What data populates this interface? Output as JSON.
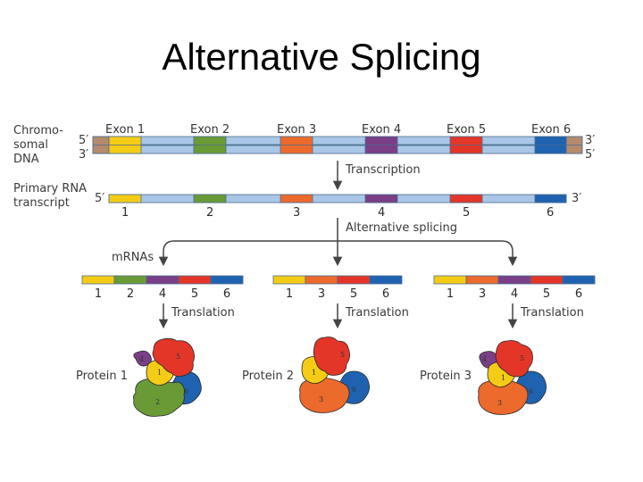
{
  "title": "Alternative Splicing",
  "colors": {
    "1": "#f4cc16",
    "2": "#6a9a35",
    "3": "#ec6a2c",
    "4": "#7a3f86",
    "5": "#e33628",
    "6": "#1f62b0",
    "intron": "#a9c6e6",
    "end": "#b58a6d",
    "strand": "#4a6d8f"
  },
  "dna": {
    "label_lines": [
      "Chromo-",
      "somal",
      "DNA"
    ],
    "end_top_left": "5′",
    "end_bottom_left": "3′",
    "end_top_right": "3′",
    "end_bottom_right": "5′",
    "exons": [
      {
        "id": "1",
        "label": "Exon 1"
      },
      {
        "id": "2",
        "label": "Exon 2"
      },
      {
        "id": "3",
        "label": "Exon 3"
      },
      {
        "id": "4",
        "label": "Exon 4"
      },
      {
        "id": "5",
        "label": "Exon 5"
      },
      {
        "id": "6",
        "label": "Exon 6"
      }
    ]
  },
  "transcription_label": "Transcription",
  "primary_rna": {
    "label_lines": [
      "Primary RNA",
      "transcript"
    ],
    "end_left": "5′",
    "end_right": "3′",
    "numbers": [
      "1",
      "2",
      "3",
      "4",
      "5",
      "6"
    ]
  },
  "splicing_label": "Alternative splicing",
  "mrnas_label": "mRNAs",
  "translation_label": "Translation",
  "mrnas": [
    {
      "exons": [
        "1",
        "2",
        "4",
        "5",
        "6"
      ],
      "protein": "Protein 1"
    },
    {
      "exons": [
        "1",
        "3",
        "5",
        "6"
      ],
      "protein": "Protein 2"
    },
    {
      "exons": [
        "1",
        "3",
        "4",
        "5",
        "6"
      ],
      "protein": "Protein 3"
    }
  ]
}
